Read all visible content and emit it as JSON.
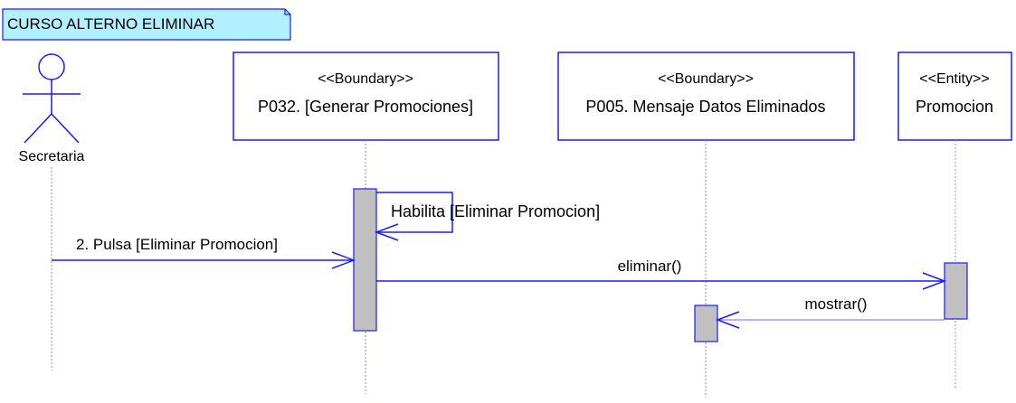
{
  "frame_label": "CURSO ALTERNO ELIMINAR",
  "actor": {
    "name": "Secretaria"
  },
  "lifelines": [
    {
      "stereotype": "<<Boundary>>",
      "name": "P032. [Generar Promociones]"
    },
    {
      "stereotype": "<<Boundary>>",
      "name": "P005. Mensaje Datos Eliminados"
    },
    {
      "stereotype": "<<Entity>>",
      "name": "Promocion"
    }
  ],
  "messages": [
    {
      "label": "Habilita [Eliminar Promocion]",
      "kind": "self-call"
    },
    {
      "label": "2. Pulsa [Eliminar Promocion]",
      "kind": "call"
    },
    {
      "label": "eliminar()",
      "kind": "call"
    },
    {
      "label": "mostrar()",
      "kind": "return"
    }
  ],
  "colors": {
    "line": "#1a1aff",
    "note_fill": "#b3f0ff",
    "activation_fill": "#c0c0c0",
    "dashed_lifeline": "#8888ff"
  }
}
